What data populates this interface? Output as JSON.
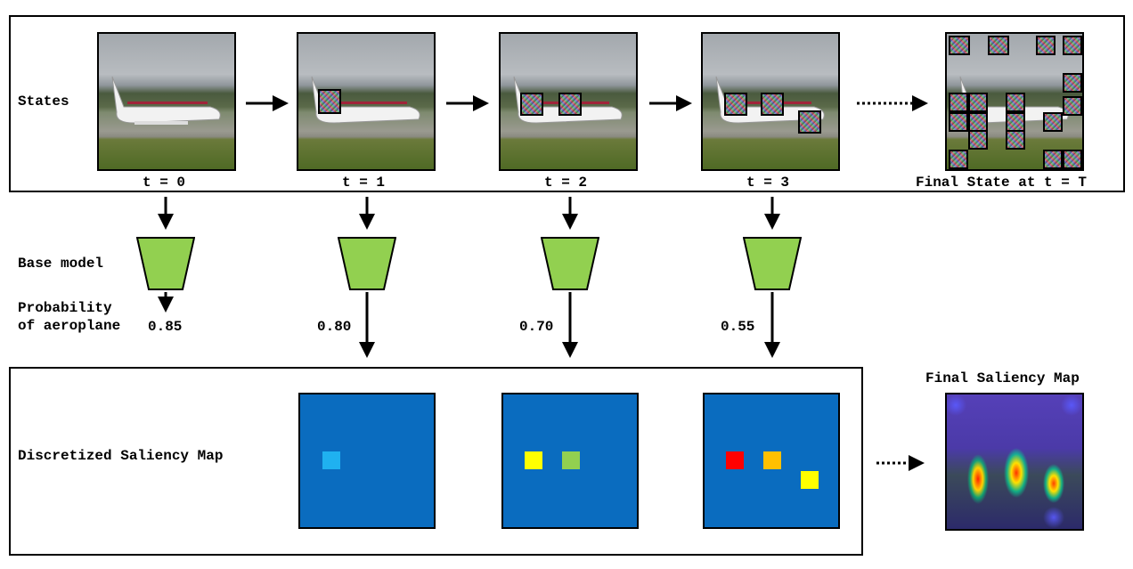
{
  "labels": {
    "states": "States",
    "base_model": "Base model",
    "probability": "Probability\nof aeroplane",
    "saliency": "Discretized Saliency Map",
    "final_saliency": "Final Saliency Map",
    "final_state": "Final State at t = T"
  },
  "timesteps": [
    "t = 0",
    "t = 1",
    "t = 2",
    "t = 3"
  ],
  "probabilities": [
    "0.85",
    "0.80",
    "0.70",
    "0.55"
  ],
  "colors": {
    "model": "#92d050",
    "saliency_bg": "#0a6cbf",
    "cell_t1": "#1fb1f0",
    "cell_t2_a": "#ffff00",
    "cell_t2_b": "#92d050",
    "cell_t3_a": "#ff0000",
    "cell_t3_b": "#ffc000",
    "cell_t3_c": "#ffff00"
  }
}
